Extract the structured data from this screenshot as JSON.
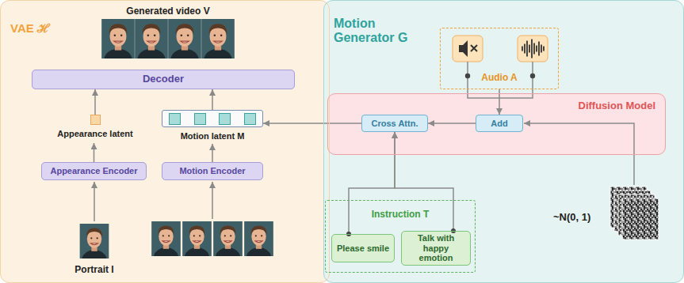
{
  "diagram": {
    "nodes": [
      {
        "text": [
          "VAE ℋ"
        ]
      },
      {
        "text": [
          "Decoder"
        ],
        "in": 0
      },
      {
        "text": [
          "Appearance latent"
        ],
        "in": 0
      },
      {
        "text": [
          "Motion latent M"
        ],
        "in": 0
      },
      {
        "text": [
          "Appearance Encoder"
        ],
        "in": 0
      },
      {
        "text": [
          "Motion Encoder"
        ],
        "in": 0
      },
      {
        "text": [
          "Motion Generator G"
        ]
      },
      {
        "text": [
          "Audio A"
        ],
        "in": 6
      },
      {
        "text": [
          "Diffusion Model"
        ],
        "in": 6
      },
      {
        "text": [
          "Cross Attn."
        ],
        "in": 8
      },
      {
        "text": [
          "Add"
        ],
        "in": 8
      },
      {
        "text": [
          "Instruction T"
        ],
        "in": 6
      },
      {
        "text": [
          "Please smile"
        ],
        "in": 11
      },
      {
        "text": [
          "Talk with happy emotion"
        ],
        "in": 11
      }
    ],
    "edges": [
      {
        "from": 5,
        "to": 3,
        "arrow": "to"
      },
      {
        "from": 4,
        "to": 2,
        "arrow": "to"
      },
      {
        "from": 2,
        "to": 1,
        "arrow": "to"
      },
      {
        "from": 3,
        "to": 1,
        "arrow": "to"
      },
      {
        "from": 9,
        "to": 3,
        "arrow": "to"
      },
      {
        "from": 10,
        "to": 9,
        "arrow": "to"
      },
      {
        "from": 7,
        "to": 10,
        "arrow": "to"
      },
      {
        "from": 12,
        "to": 9,
        "arrow": "to"
      },
      {
        "from": 13,
        "to": 9,
        "arrow": "to"
      }
    ],
    "labels": [
      "Generated video V",
      "Portrait I",
      "~N(0, 1)"
    ]
  }
}
